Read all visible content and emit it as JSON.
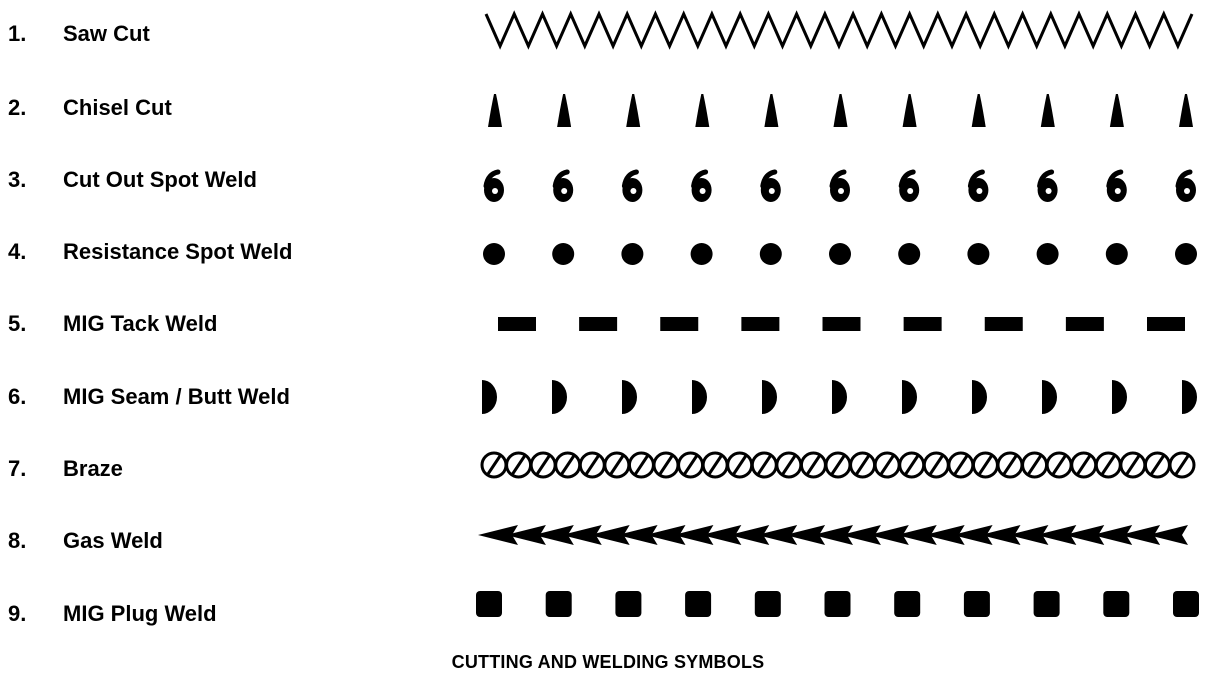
{
  "symbols": [
    {
      "number": "1.",
      "label": "Saw Cut",
      "icon": "zigzag-line"
    },
    {
      "number": "2.",
      "label": "Chisel Cut",
      "icon": "triangle-spike"
    },
    {
      "number": "3.",
      "label": "Cut Out Spot Weld",
      "icon": "six-shaped-dot"
    },
    {
      "number": "4.",
      "label": "Resistance Spot Weld",
      "icon": "solid-dot"
    },
    {
      "number": "5.",
      "label": "MIG Tack Weld",
      "icon": "dash-bar"
    },
    {
      "number": "6.",
      "label": "MIG Seam / Butt Weld",
      "icon": "half-circle"
    },
    {
      "number": "7.",
      "label": "Braze",
      "icon": "slashed-circle-chain"
    },
    {
      "number": "8.",
      "label": "Gas Weld",
      "icon": "left-arrowhead-chain"
    },
    {
      "number": "9.",
      "label": "MIG Plug Weld",
      "icon": "rounded-square"
    }
  ],
  "caption": "CUTTING AND WELDING SYMBOLS"
}
